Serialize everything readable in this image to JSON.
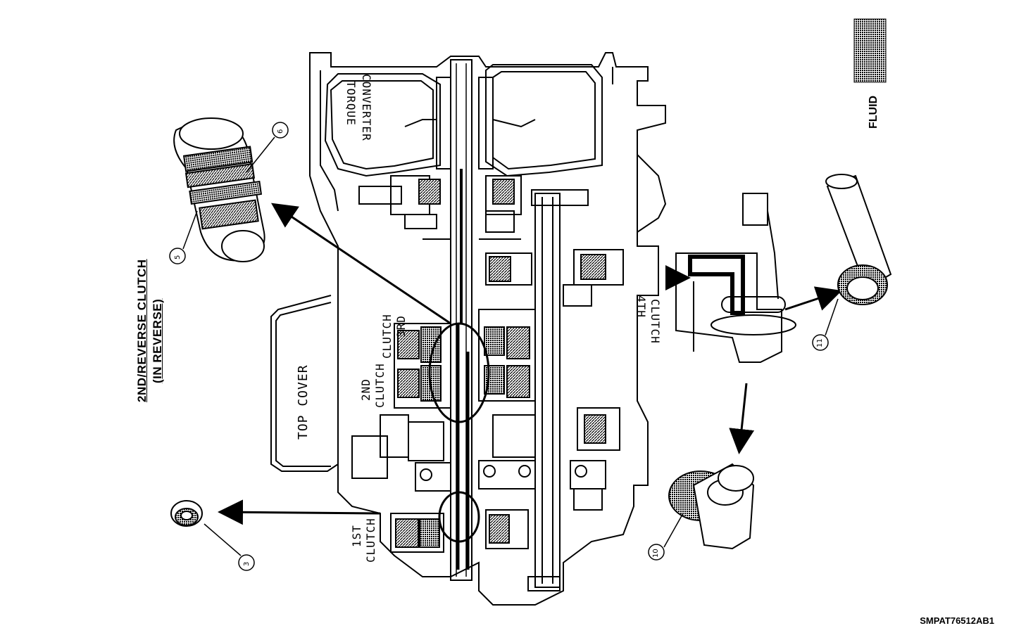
{
  "title": {
    "line1": "2ND/REVERSE CLUTCH",
    "line2": "(IN REVERSE)"
  },
  "legend": {
    "label": "FLUID"
  },
  "part_labels": {
    "torque_converter_1": "TORQUE",
    "torque_converter_2": "CONVERTER",
    "top_cover": "TOP COVER",
    "second_clutch_1": "2ND",
    "second_clutch_2": "CLUTCH",
    "third_clutch_1": "3RD",
    "third_clutch_2": "CLUTCH",
    "first_clutch_1": "1ST",
    "first_clutch_2": "CLUTCH",
    "fourth_clutch_1": "4TH",
    "fourth_clutch_2": "CLUTCH"
  },
  "callouts": {
    "c5": "5",
    "c6": "6",
    "c3": "3",
    "c10": "10",
    "c11": "11"
  },
  "figure_code": "SMPAT76512AB1"
}
